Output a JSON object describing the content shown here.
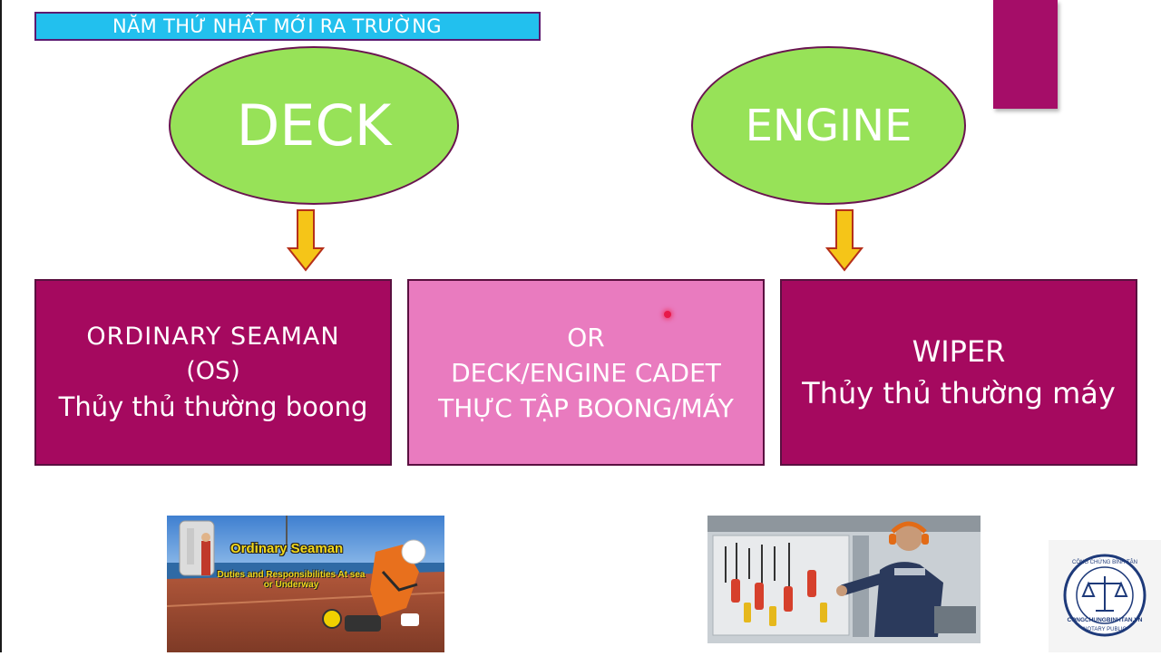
{
  "title_banner": "NĂM THỨ NHẤT MỚI RA TRƯỜNG",
  "deck_oval": "DECK",
  "engine_oval": "ENGINE",
  "left_box": {
    "line1": "ORDINARY SEAMAN",
    "line2": "(OS)",
    "line3": "Thủy thủ thường boong"
  },
  "middle_box": {
    "line1": "OR",
    "line2": "DECK/ENGINE CADET",
    "line3": "THỰC TẬP BOONG/MÁY"
  },
  "right_box": {
    "line1": "WIPER",
    "line2": "Thủy thủ thường máy"
  },
  "os_photo": {
    "title": "Ordinary Seaman",
    "subtitle": "Duties and Responsibilities At sea or Underway"
  },
  "stamp": {
    "top_text": "CÔNG CHỨNG BÌNH TÂN",
    "domain": "CONGCHUNGBINHTAN.VN",
    "bottom_text": "NOTARY PUBLIC"
  },
  "colors": {
    "banner": "#22c0ee",
    "oval": "#97e258",
    "box_dark": "#a5095f",
    "box_light": "#e97bbf",
    "arrow": "#f5c518"
  }
}
